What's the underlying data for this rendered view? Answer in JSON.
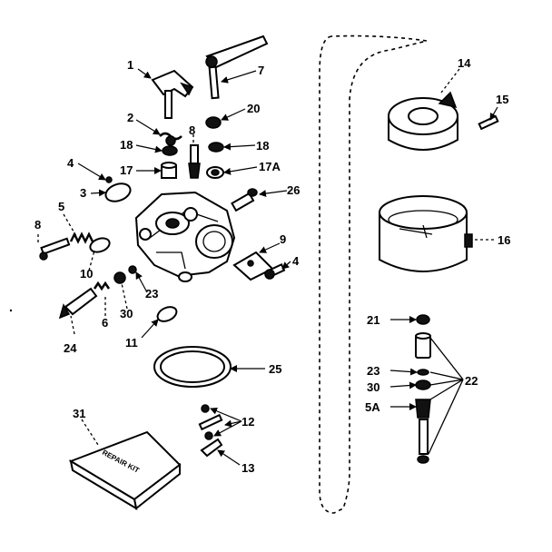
{
  "labels": [
    {
      "id": "1",
      "text": "1"
    },
    {
      "id": "7",
      "text": "7"
    },
    {
      "id": "20",
      "text": "20"
    },
    {
      "id": "2",
      "text": "2"
    },
    {
      "id": "8a",
      "text": "8"
    },
    {
      "id": "18a",
      "text": "18"
    },
    {
      "id": "18b",
      "text": "18"
    },
    {
      "id": "17",
      "text": "17"
    },
    {
      "id": "17A",
      "text": "17A"
    },
    {
      "id": "4a",
      "text": "4"
    },
    {
      "id": "3",
      "text": "3"
    },
    {
      "id": "26",
      "text": "26"
    },
    {
      "id": "8b",
      "text": "8"
    },
    {
      "id": "5",
      "text": "5"
    },
    {
      "id": "9",
      "text": "9"
    },
    {
      "id": "4b",
      "text": "4"
    },
    {
      "id": "10",
      "text": "10"
    },
    {
      "id": "23a",
      "text": "23"
    },
    {
      "id": "30a",
      "text": "30"
    },
    {
      "id": "6",
      "text": "6"
    },
    {
      "id": "24",
      "text": "24"
    },
    {
      "id": "11",
      "text": "11"
    },
    {
      "id": "25",
      "text": "25"
    },
    {
      "id": "12",
      "text": "12"
    },
    {
      "id": "13",
      "text": "13"
    },
    {
      "id": "31",
      "text": "31"
    },
    {
      "id": "14",
      "text": "14"
    },
    {
      "id": "15",
      "text": "15"
    },
    {
      "id": "16",
      "text": "16"
    },
    {
      "id": "21",
      "text": "21"
    },
    {
      "id": "23b",
      "text": "23"
    },
    {
      "id": "30b",
      "text": "30"
    },
    {
      "id": "5A",
      "text": "5A"
    },
    {
      "id": "22",
      "text": "22"
    }
  ],
  "kit_text": "REPAIR KIT"
}
